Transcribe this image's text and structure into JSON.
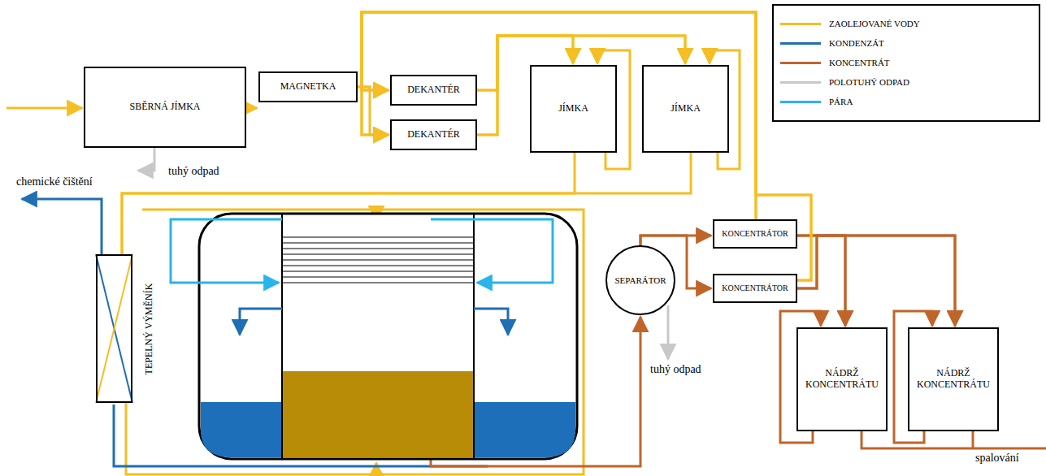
{
  "diagram": {
    "nodes": [
      {
        "text": [
          "SBĚRNÁ JÍMKA"
        ]
      },
      {
        "text": [
          "MAGNETKA"
        ]
      },
      {
        "text": [
          "DEKANTÉR"
        ]
      },
      {
        "text": [
          "DEKANTÉR"
        ]
      },
      {
        "text": [
          "JÍMKA"
        ]
      },
      {
        "text": [
          "JÍMKA"
        ]
      },
      {
        "text": [
          "TEPELNÝ VÝMĚNÍK"
        ]
      },
      {
        "text": [
          "SEPARÁTOR"
        ]
      },
      {
        "text": [
          "KONCENTRÁTOR"
        ]
      },
      {
        "text": [
          "KONCENTRÁTOR"
        ]
      },
      {
        "text": [
          "NÁDRŽ KONCENTRÁTU"
        ]
      },
      {
        "text": [
          "NÁDRŽ KONCENTRÁTU"
        ]
      }
    ],
    "edges": [
      {
        "from": 0,
        "to": 1,
        "arrow": "to"
      },
      {
        "from": 1,
        "to": 2,
        "arrow": "to"
      },
      {
        "from": 1,
        "to": 3,
        "arrow": "to"
      },
      {
        "from": 2,
        "to": 4,
        "arrow": "to"
      },
      {
        "from": 2,
        "to": 5,
        "arrow": "to"
      },
      {
        "from": 3,
        "to": 4,
        "arrow": "to"
      },
      {
        "from": 3,
        "to": 5,
        "arrow": "to"
      },
      {
        "from": 4,
        "to": 6,
        "arrow": "none"
      },
      {
        "from": 5,
        "to": 6,
        "arrow": "none"
      },
      {
        "from": 7,
        "to": 8,
        "arrow": "to"
      },
      {
        "from": 7,
        "to": 9,
        "arrow": "to"
      },
      {
        "from": 8,
        "to": 10,
        "arrow": "to"
      },
      {
        "from": 8,
        "to": 11,
        "arrow": "to"
      },
      {
        "from": 9,
        "to": 10,
        "arrow": "to"
      },
      {
        "from": 9,
        "to": 11,
        "arrow": "to"
      },
      {
        "from": 8,
        "to": 2,
        "arrow": "to"
      },
      {
        "from": 8,
        "to": 3,
        "arrow": "to"
      },
      {
        "from": 9,
        "to": 2,
        "arrow": "to"
      },
      {
        "from": 9,
        "to": 3,
        "arrow": "to"
      }
    ],
    "labels": [
      "tuhý odpad",
      "chemické čištění",
      "tuhý odpad",
      "spalování"
    ],
    "legend": [
      {
        "text": "ZAOLEJOVANÉ VODY",
        "color": "#f5be23"
      },
      {
        "text": "KONDENZÁT",
        "color": "#1e6fb4"
      },
      {
        "text": "KONCENTRÁT",
        "color": "#c0652a"
      },
      {
        "text": "POLOTUHÝ ODPAD",
        "color": "#c8c8c8"
      },
      {
        "text": "PÁRA",
        "color": "#29b5ea"
      }
    ]
  }
}
